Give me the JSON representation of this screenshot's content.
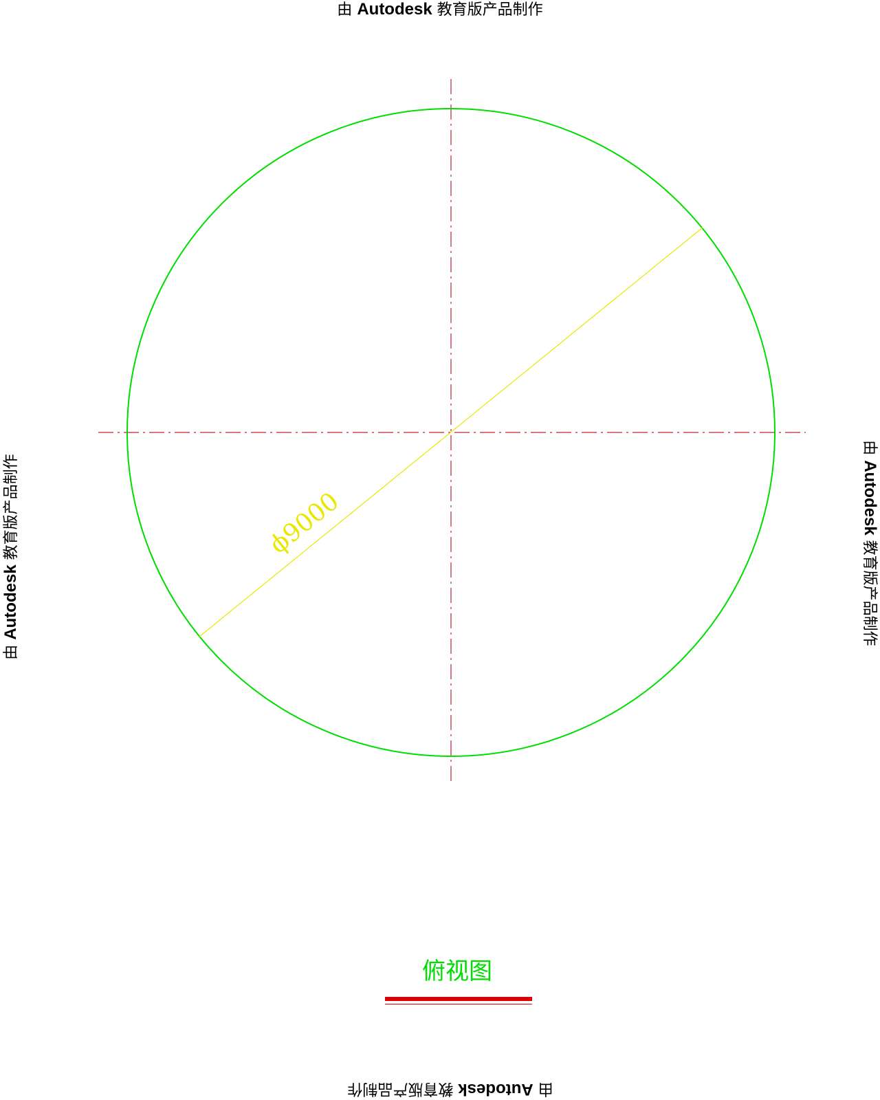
{
  "watermark": {
    "prefix": "由",
    "brand": "Autodesk",
    "suffix": "教育版产品制作"
  },
  "drawing": {
    "view_title": "俯视图",
    "dimension_label": "ϕ9000",
    "colors": {
      "circle": "#00dd00",
      "centerline": "#c0202a",
      "dimension": "#e8e800",
      "title": "#00dd00",
      "title_bar": "#dd0000"
    }
  }
}
